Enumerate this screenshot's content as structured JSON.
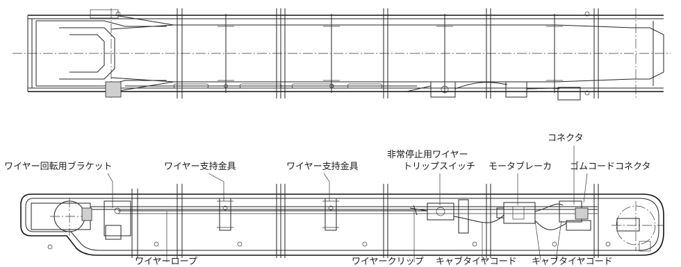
{
  "labels": {
    "wire_bracket": "ワイヤー回転用ブラケット",
    "wire_support_1": "ワイヤー支持金具",
    "wire_support_2": "ワイヤー支持金具",
    "emergency_line1": "非常停止用ワイヤー",
    "emergency_line2": "トリップスイッチ",
    "motor_breaker": "モータブレーカ",
    "connector": "コネクタ",
    "rubber_cord_connector": "ゴムコードコネクタ",
    "wire_rope": "ワイヤーロープ",
    "wire_clip": "ワイヤークリップ",
    "cabtire_cord_1": "キャブタイヤコード",
    "cabtire_cord_2": "キャブタイヤコード"
  },
  "colors": {
    "line": "#222222",
    "background": "#ffffff",
    "text": "#1a1a1a"
  }
}
